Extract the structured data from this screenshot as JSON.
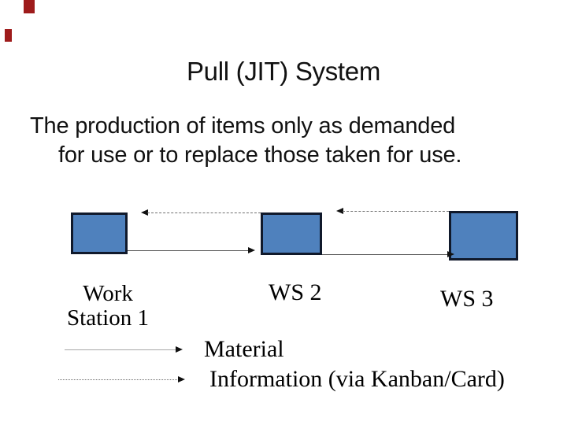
{
  "slide": {
    "title": "Pull (JIT) System",
    "subtitle_line1": "The production of items only as demanded",
    "subtitle_line2": "for use or to replace those taken for use."
  },
  "diagram": {
    "stations": [
      {
        "name": "Work Station 1",
        "label_line1": "Work",
        "label_line2": "Station 1"
      },
      {
        "name": "WS 2",
        "label": "WS 2"
      },
      {
        "name": "WS 3",
        "label": "WS 3"
      }
    ],
    "material_flow_direction": "right",
    "information_flow_direction": "left"
  },
  "legend": {
    "material_label": "Material",
    "information_label": "Information (via Kanban/Card)"
  },
  "colors": {
    "station_fill": "#4f81bd",
    "station_border": "#10192b",
    "accent_mark": "#9e1b1b",
    "material_line": "#555555",
    "legend_material_line": "#a8a8a8",
    "information_line": "#6e6e6e",
    "arrowhead": "#111111",
    "text": "#111111"
  }
}
